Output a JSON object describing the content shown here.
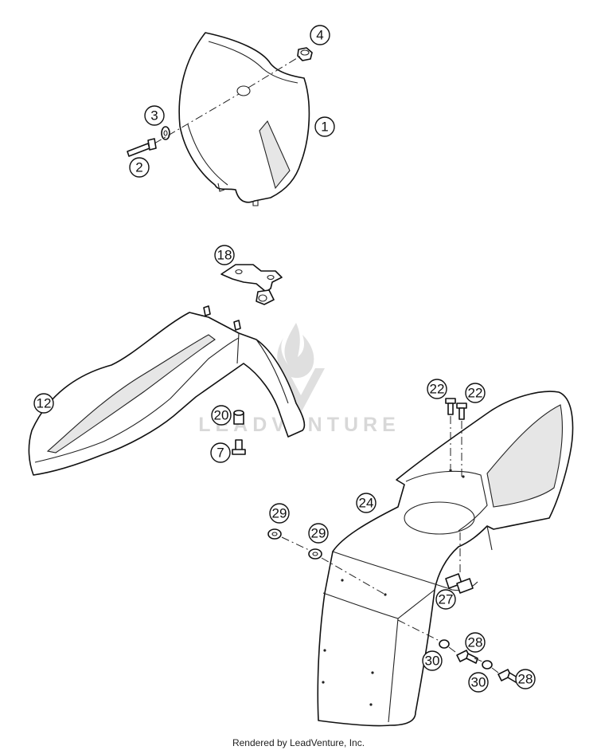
{
  "callouts": [
    {
      "id": "c-1",
      "label": "1"
    },
    {
      "id": "c-2",
      "label": "2"
    },
    {
      "id": "c-3",
      "label": "3"
    },
    {
      "id": "c-4",
      "label": "4"
    },
    {
      "id": "c-18",
      "label": "18"
    },
    {
      "id": "c-12",
      "label": "12"
    },
    {
      "id": "c-20",
      "label": "20"
    },
    {
      "id": "c-7",
      "label": "7"
    },
    {
      "id": "c-22a",
      "label": "22"
    },
    {
      "id": "c-22b",
      "label": "22"
    },
    {
      "id": "c-24",
      "label": "24"
    },
    {
      "id": "c-29a",
      "label": "29"
    },
    {
      "id": "c-29b",
      "label": "29"
    },
    {
      "id": "c-27",
      "label": "27"
    },
    {
      "id": "c-28a",
      "label": "28"
    },
    {
      "id": "c-28b",
      "label": "28"
    },
    {
      "id": "c-30a",
      "label": "30"
    },
    {
      "id": "c-30b",
      "label": "30"
    }
  ],
  "watermark": {
    "brand": "LEADVENTURE"
  },
  "footer": {
    "text": "Rendered by LeadVenture, Inc."
  }
}
